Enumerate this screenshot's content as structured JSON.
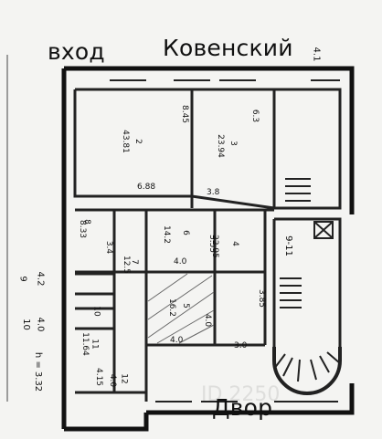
{
  "labels": {
    "entrance": "вход",
    "street": "Ковенский",
    "courtyard": "Двор"
  },
  "corner_mark": "4.1",
  "side_notes": [
    "9",
    "4.2",
    "10",
    "4.0",
    "h = 3.32"
  ],
  "rooms": [
    {
      "number": "2",
      "area": "43.81"
    },
    {
      "number": "3",
      "area": "23.94"
    },
    {
      "number": "4",
      "area": "22.95"
    },
    {
      "number": "5",
      "area": "16.2"
    },
    {
      "number": "6",
      "area": "14.2"
    },
    {
      "number": "7",
      "area": "12.5"
    },
    {
      "number": "8",
      "area": "8.33"
    },
    {
      "number": "9-11",
      "area": ""
    },
    {
      "number": "10",
      "area": ""
    },
    {
      "number": "11",
      "area": "11.64"
    },
    {
      "number": "12",
      "area": ""
    }
  ],
  "dimensions": [
    "8.45",
    "6.3",
    "6.88",
    "3.8",
    "3.55",
    "4.0",
    "4.0",
    "3.85",
    "4.0",
    "3.0",
    "3.4",
    "4.0",
    "4.15"
  ],
  "watermark": "ID 2250"
}
